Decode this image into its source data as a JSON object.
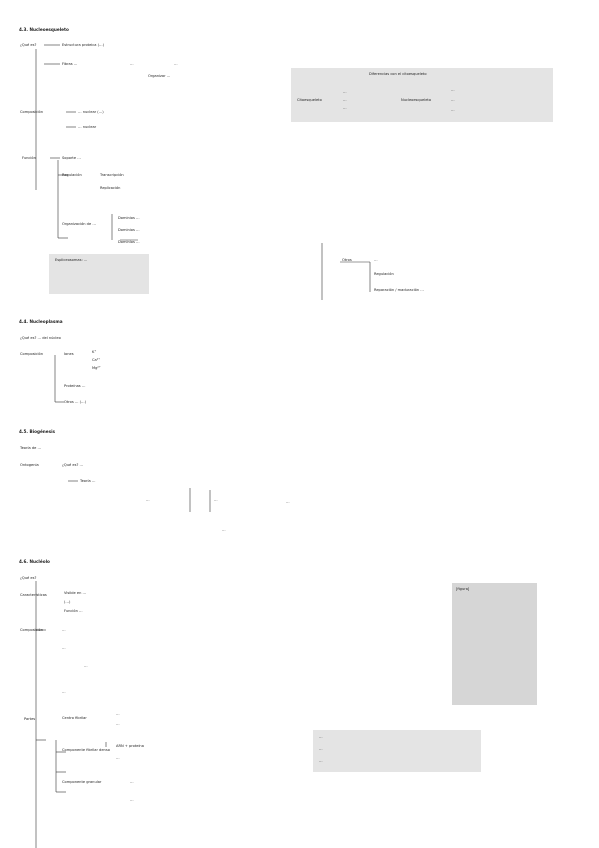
{
  "s43": {
    "title": "4.3. Nucleoesqueleto",
    "que": "¿Qué es?",
    "red": "Estructura proteica (…)",
    "fibras": "Fibras …",
    "fibras_tipo": "…",
    "acti": "…",
    "organizar": "Organizar …",
    "comp": "Composición",
    "comp1": "… nuclear (…)",
    "comp2": "… nuclear",
    "func": "Función",
    "func1": "Soporte …",
    "reg": "Regulación",
    "reg1": "Transcripción",
    "reg2": "Replicación",
    "org": "Organización de …",
    "dom1": "Dominios …",
    "dom2": "Dominios …",
    "dom3": "Dominios …",
    "otros": "Otros",
    "otros1": "…",
    "otros2": "Regulación",
    "otros3": "Reparación / maduración …",
    "bullet": "Espliceosomas: …",
    "diff_title": "Diferencias con el citoesqueleto",
    "cito": "Citoesqueleto",
    "cito1": "…",
    "cito2": "…",
    "cito3": "…",
    "nucleo": "Nucleoesqueleto",
    "nucleo1": "…",
    "nucleo2": "…",
    "nucleo3": "…"
  },
  "s44": {
    "title": "4.4. Nucleoplasma",
    "que": "¿Qué es? … del núcleo",
    "comp": "Composición",
    "iones": "Iones",
    "ion1": "K⁺",
    "ion2": "Ca²⁺",
    "ion3": "Mg²⁺",
    "prot": "Proteínas …",
    "otros": "Otros … (…)"
  },
  "s45": {
    "title": "4.5. Biogénesis",
    "teoria": "Teoría de …",
    "ontog": "Ontogenia",
    "ontog_q": "¿Qué es? …",
    "teoria2": "Teoría …",
    "l1": "…",
    "l2": "…",
    "l3": "…",
    "l4": "…"
  },
  "s46": {
    "title": "4.6. Nucléolo",
    "que": "¿Qué es?",
    "caract": "Características",
    "c1": "Visible en …",
    "c2": "(…)",
    "c3": "Función …",
    "comp": "Composición",
    "comp1": "…",
    "comp2": "…",
    "comp3": "…",
    "comp4": "…",
    "partes": "Partes",
    "p1": "Centro fibrilar",
    "p1a": "…",
    "p1b": "…",
    "p2": "Componente fibrilar denso",
    "p2a": "ARN + proteína",
    "p2b": "…",
    "p3": "Componente granular",
    "p3a": "…",
    "p3b": "…",
    "note1": "…",
    "note2": "…",
    "note3": "…",
    "fig_label": "[figura]"
  }
}
